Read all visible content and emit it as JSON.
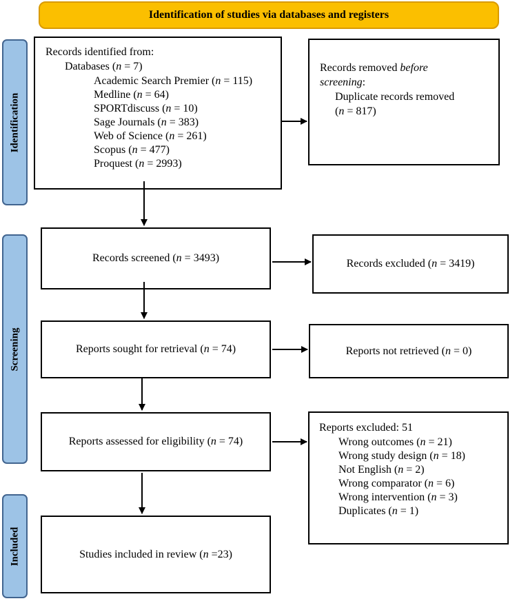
{
  "header": {
    "title": "Identification of studies via databases and registers"
  },
  "phases": {
    "identification": "Identification",
    "screening": "Screening",
    "included": "Included"
  },
  "identified": {
    "heading": "Records identified from:",
    "databases_pre": "Databases (",
    "databases_n": "n",
    "databases_post": " = 7)",
    "sources": [
      {
        "name": "Academic Search Premier (",
        "n": "n",
        "count": " = 115)"
      },
      {
        "name": "Medline (",
        "n": "n",
        "count": " = 64)"
      },
      {
        "name": "SPORTdiscuss (",
        "n": "n",
        "count": " = 10)"
      },
      {
        "name": "Sage Journals (",
        "n": "n",
        "count": " = 383)"
      },
      {
        "name": "Web of Science (",
        "n": "n",
        "count": " = 261)"
      },
      {
        "name": "Scopus (",
        "n": "n",
        "count": " = 477)"
      },
      {
        "name": "Proquest (",
        "n": "n",
        "count": " = 2993)"
      }
    ]
  },
  "removed": {
    "line1_pre": "Records removed ",
    "line1_italic": "before",
    "line2_italic": "screening",
    "line2_post": ":",
    "line3": "Duplicate records removed",
    "line4_pre": "(",
    "line4_n": "n",
    "line4_post": " = 817)"
  },
  "screened": {
    "pre": "Records screened (",
    "n": "n",
    "post": " = 3493)"
  },
  "excluded": {
    "pre": "Records excluded (",
    "n": "n",
    "post": " = 3419)"
  },
  "sought": {
    "pre": "Reports sought for retrieval (",
    "n": "n",
    "post": " = 74)"
  },
  "not_retrieved": {
    "pre": "Reports not retrieved (",
    "n": "n",
    "post": " = 0)"
  },
  "assessed": {
    "pre": "Reports assessed for eligibility (",
    "n": "n",
    "post": " = 74)"
  },
  "reports_excluded": {
    "heading": "Reports excluded: 51",
    "reasons": [
      {
        "name": "Wrong outcomes (",
        "n": "n",
        "count": " = 21)"
      },
      {
        "name": "Wrong study design (",
        "n": "n",
        "count": " = 18)"
      },
      {
        "name": "Not English (",
        "n": "n",
        "count": " = 2)"
      },
      {
        "name": "Wrong comparator (",
        "n": "n",
        "count": " = 6)"
      },
      {
        "name": "Wrong intervention (",
        "n": "n",
        "count": " = 3)"
      },
      {
        "name": "Duplicates (",
        "n": "n",
        "count": " = 1)"
      }
    ]
  },
  "included": {
    "pre": "Studies included in review (",
    "n": "n",
    "post": " =23)"
  }
}
